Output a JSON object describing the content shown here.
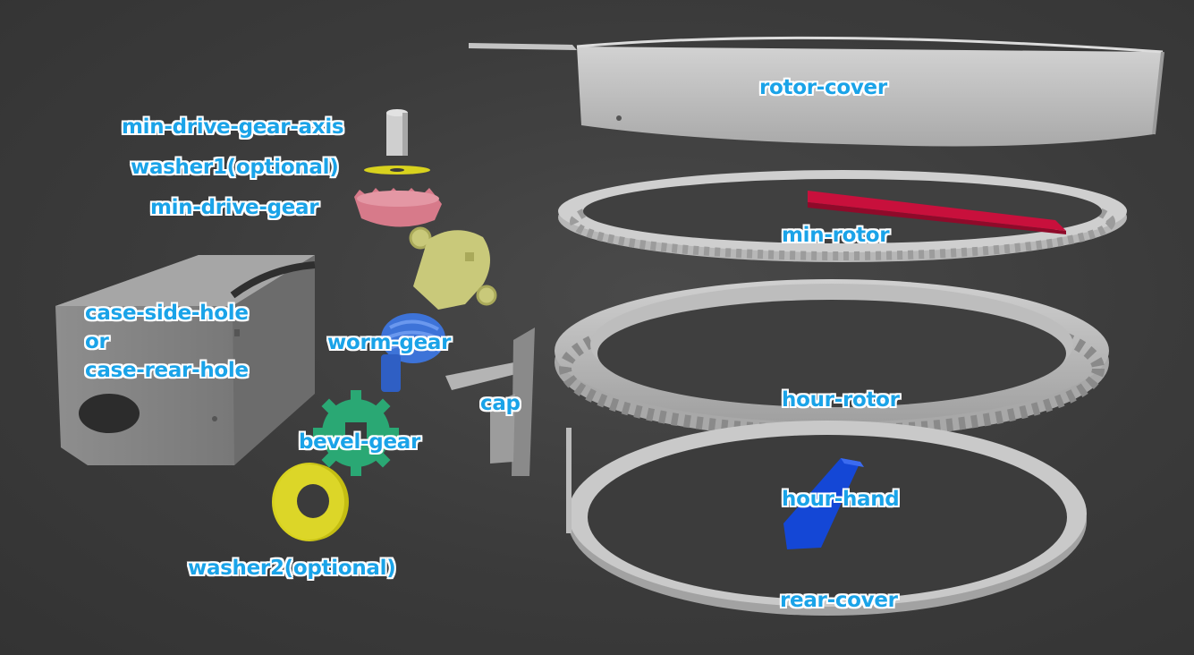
{
  "colors": {
    "background": "#3b3b3b",
    "part_gray": "#bdbdbd",
    "min_rotor_red": "#c8103c",
    "min_drive_gear_pink": "#d77a8a",
    "washer_yellow": "#d8d21e",
    "motor_olive": "#c9c97a",
    "worm_gear_blue": "#3d73d8",
    "bevel_gear_green": "#2aa874",
    "hour_hand_blue": "#1447d6",
    "label_text": "#1aa3e8",
    "label_outline": "#ffffff"
  },
  "labels": {
    "rotor_cover": "rotor-cover",
    "min_drive_gear_axis": "min-drive-gear-axis",
    "washer1": "washer1(optional)",
    "min_drive_gear": "min-drive-gear",
    "min_rotor": "min-rotor",
    "case_line1": "case-side-hole",
    "case_line2": "or",
    "case_line3": "case-rear-hole",
    "worm_gear": "worm-gear",
    "cap": "cap",
    "hour_rotor": "hour-rotor",
    "bevel_gear": "bevel-gear",
    "hour_hand": "hour-hand",
    "washer2": "washer2(optional)",
    "rear_cover": "rear-cover"
  }
}
